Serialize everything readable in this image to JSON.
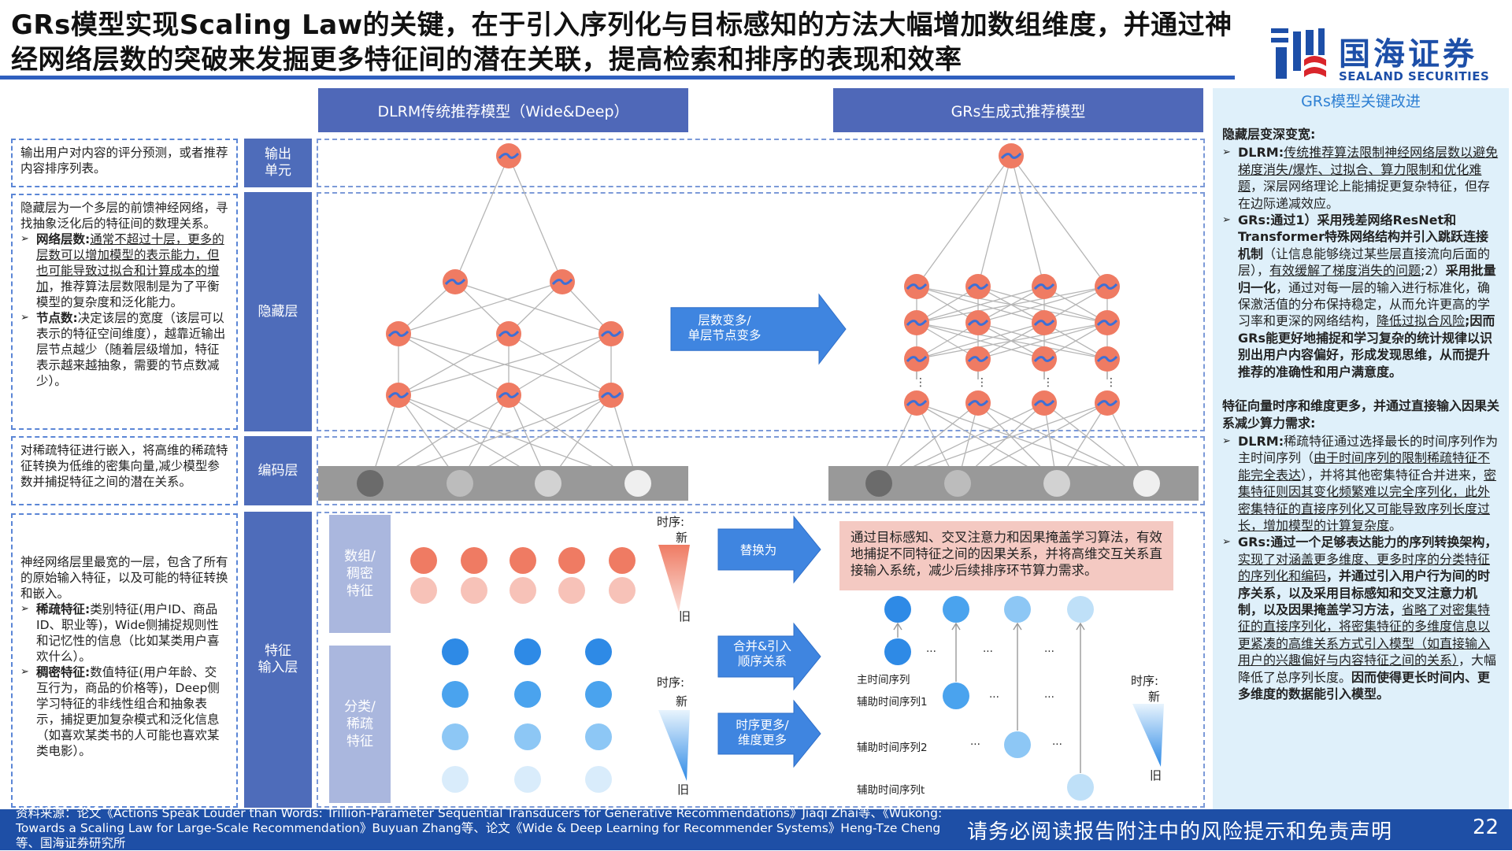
{
  "title": "GRs模型实现Scaling Law的关键，在于引入序列化与目标感知的方法大幅增加数组维度，并通过神经网络层数的突破来发掘更多特征间的潜在关联，提高检索和排序的表现和效率",
  "logo": {
    "zh": "国海证券",
    "en": "SEALAND SECURITIES"
  },
  "columns": {
    "dlrm": "DLRM传统推荐模型（Wide&Deep）",
    "grs": "GRs生成式推荐模型"
  },
  "layers": {
    "output": "输出\n单元",
    "hidden": "隐藏层",
    "embedding": "编码层",
    "input": "特征\n输入层"
  },
  "left": {
    "output": "输出用户对内容的评分预测，或者推荐内容排序列表。",
    "hidden_intro": "隐藏层为一个多层的前馈神经网络，寻找抽象泛化后的特征间的数理关系。",
    "hidden_b1_head": "网络层数:",
    "hidden_b1_u1": "通常不超过十层，更多的层数可以增加模型的表示能力，但也可能导致过拟合和计算成本的增加",
    "hidden_b1_rest": "，推荐算法层数限制是为了平衡模型的复杂度和泛化能力。",
    "hidden_b2_head": "节点数:",
    "hidden_b2_rest": "决定该层的宽度（该层可以表示的特征空间维度），越靠近输出层节点越少（随着层级增加，特征表示越来越抽象，需要的节点数减少）。",
    "embed": "对稀疏特征进行嵌入，将高维的稀疏特征转换为低维的密集向量,减少模型参数并捕捉特征之间的潜在关系。",
    "input_intro": "神经网络层里最宽的一层，包含了所有的原始输入特征，以及可能的特征转换和嵌入。",
    "input_b1_head": "稀疏特征:",
    "input_b1_rest": "类别特征(用户ID、商品ID、职业等)，Wide侧捕捉规则性和记忆性的信息（比如某类用户喜欢什么）。",
    "input_b2_head": "稠密特征:",
    "input_b2_rest": "数值特征(用户年龄、交互行为，商品的价格等)，Deep侧学习特征的非线性组合和抽象表示，捕捉更加复杂模式和泛化信息（如喜欢某类书的人可能也喜欢某类电影）。"
  },
  "middle": {
    "arrow_hidden": "层数变多/\n单层节点变多",
    "feat_dense": "数组/\n稠密\n特征",
    "feat_sparse": "分类/\n稀疏\n特征",
    "time_label": "时序:",
    "time_new": "新",
    "time_old": "旧",
    "arrow_replace": "替换为",
    "arrow_merge": "合并&引入\n顺序关系",
    "arrow_more": "时序更多/\n维度更多",
    "pink_text": "通过目标感知、交叉注意力和因果掩盖学习算法，有效地捕捉不同特征之间的因果关系，并将高维交互关系直接输入系统，减少后续排序环节算力需求。",
    "seq_main": "主时间序列",
    "seq_aux1": "辅助时间序列1",
    "seq_aux2": "辅助时间序列2",
    "seq_auxt": "辅助时间序列t",
    "ellipsis": "..."
  },
  "right_panel": {
    "head": "GRs模型关键改进",
    "s1_title": "隐藏层变深变宽:",
    "s1_dlrm_head": "DLRM:",
    "s1_dlrm_u": "传统推荐算法限制神经网络层数以避免梯度消失/爆炸、过拟合、算力限制和优化难题",
    "s1_dlrm_rest": "，深层网络理论上能捕捉更复杂特征，但存在边际递减效应。",
    "s1_grs_head": "GRs:通过1）采用残差网络ResNet和Transformer特殊网络结构并引入跳跃连接机制",
    "s1_grs_mid1": "（让信息能够绕过某些层直接流向后面的层），",
    "s1_grs_u1": "有效缓解了梯度消失的问题",
    "s1_grs_mid2": ";2）",
    "s1_grs_b2": "采用批量归一化",
    "s1_grs_mid3": "，通过对每一层的输入进行标准化，确保激活值的分布保持稳定，从而允许更高的学习率和更深的网络结构，",
    "s1_grs_u2": "降低过拟合风险",
    "s1_grs_end": ";因而GRs能更好地捕捉和学习复杂的统计规律以识别出用户内容偏好，形成发现思维，从而提升推荐的准确性和用户满意度。",
    "s2_title": "特征向量时序和维度更多，并通过直接输入因果关系减少算力需求:",
    "s2_dlrm_head": "DLRM:",
    "s2_dlrm_a": "稀疏特征通过选择最长的时间序列作为主时间序列（",
    "s2_dlrm_u1": "由于时间序列的限制稀疏特征不能完全表达",
    "s2_dlrm_b": "），并将其他密集特征合并进来，",
    "s2_dlrm_u2": "密集特征则因其变化频繁难以完全序列化，此外密集特征的直接序列化又可能导致序列长度过长，增加模型的计算复杂度",
    "s2_dlrm_c": "。",
    "s2_grs_head": "GRs:通过一个足够表达能力的序列转换架构，",
    "s2_grs_u1": "实现了对涵盖更多维度、更多时序的分类特征的序列化和编码",
    "s2_grs_b1": "，并通过引入用户行为间的时序关系，以及采用目标感知和交叉注意力机制，以及因果掩盖学习方法，",
    "s2_grs_u2": "省略了对密集特征的直接序列化，将密集特征的多维度信息以更紧凑的高维关系方式引入模型（如直接输入用户的兴趣偏好与内容特征之间的关系）",
    "s2_grs_mid": "，大幅降低了总序列长度。",
    "s2_grs_end": "因而使得更长时间内、更多维度的数据能引入模型。"
  },
  "footer": {
    "source": "资料来源：论文《Actions Speak Louder than Words: Trillion-Parameter Sequential Transducers for Generative Recommendations》Jiaqi Zhai等、《Wukong: Towards a Scaling Law for Large-Scale Recommendation》Buyuan Zhang等、论文《Wide & Deep Learning for Recommender Systems》Heng-Tze Cheng等、国海证券研究所",
    "disclaimer": "请务必阅读报告附注中的风险提示和免责声明",
    "page": "22"
  },
  "colors": {
    "brand": "#1e4fa6",
    "node_orange": "#ef7b63",
    "node_pink": "#f7c2b8",
    "node_blue": "#2e8ae6",
    "arrow_blue": "#3f85e0",
    "panel": "#dff0fa"
  }
}
